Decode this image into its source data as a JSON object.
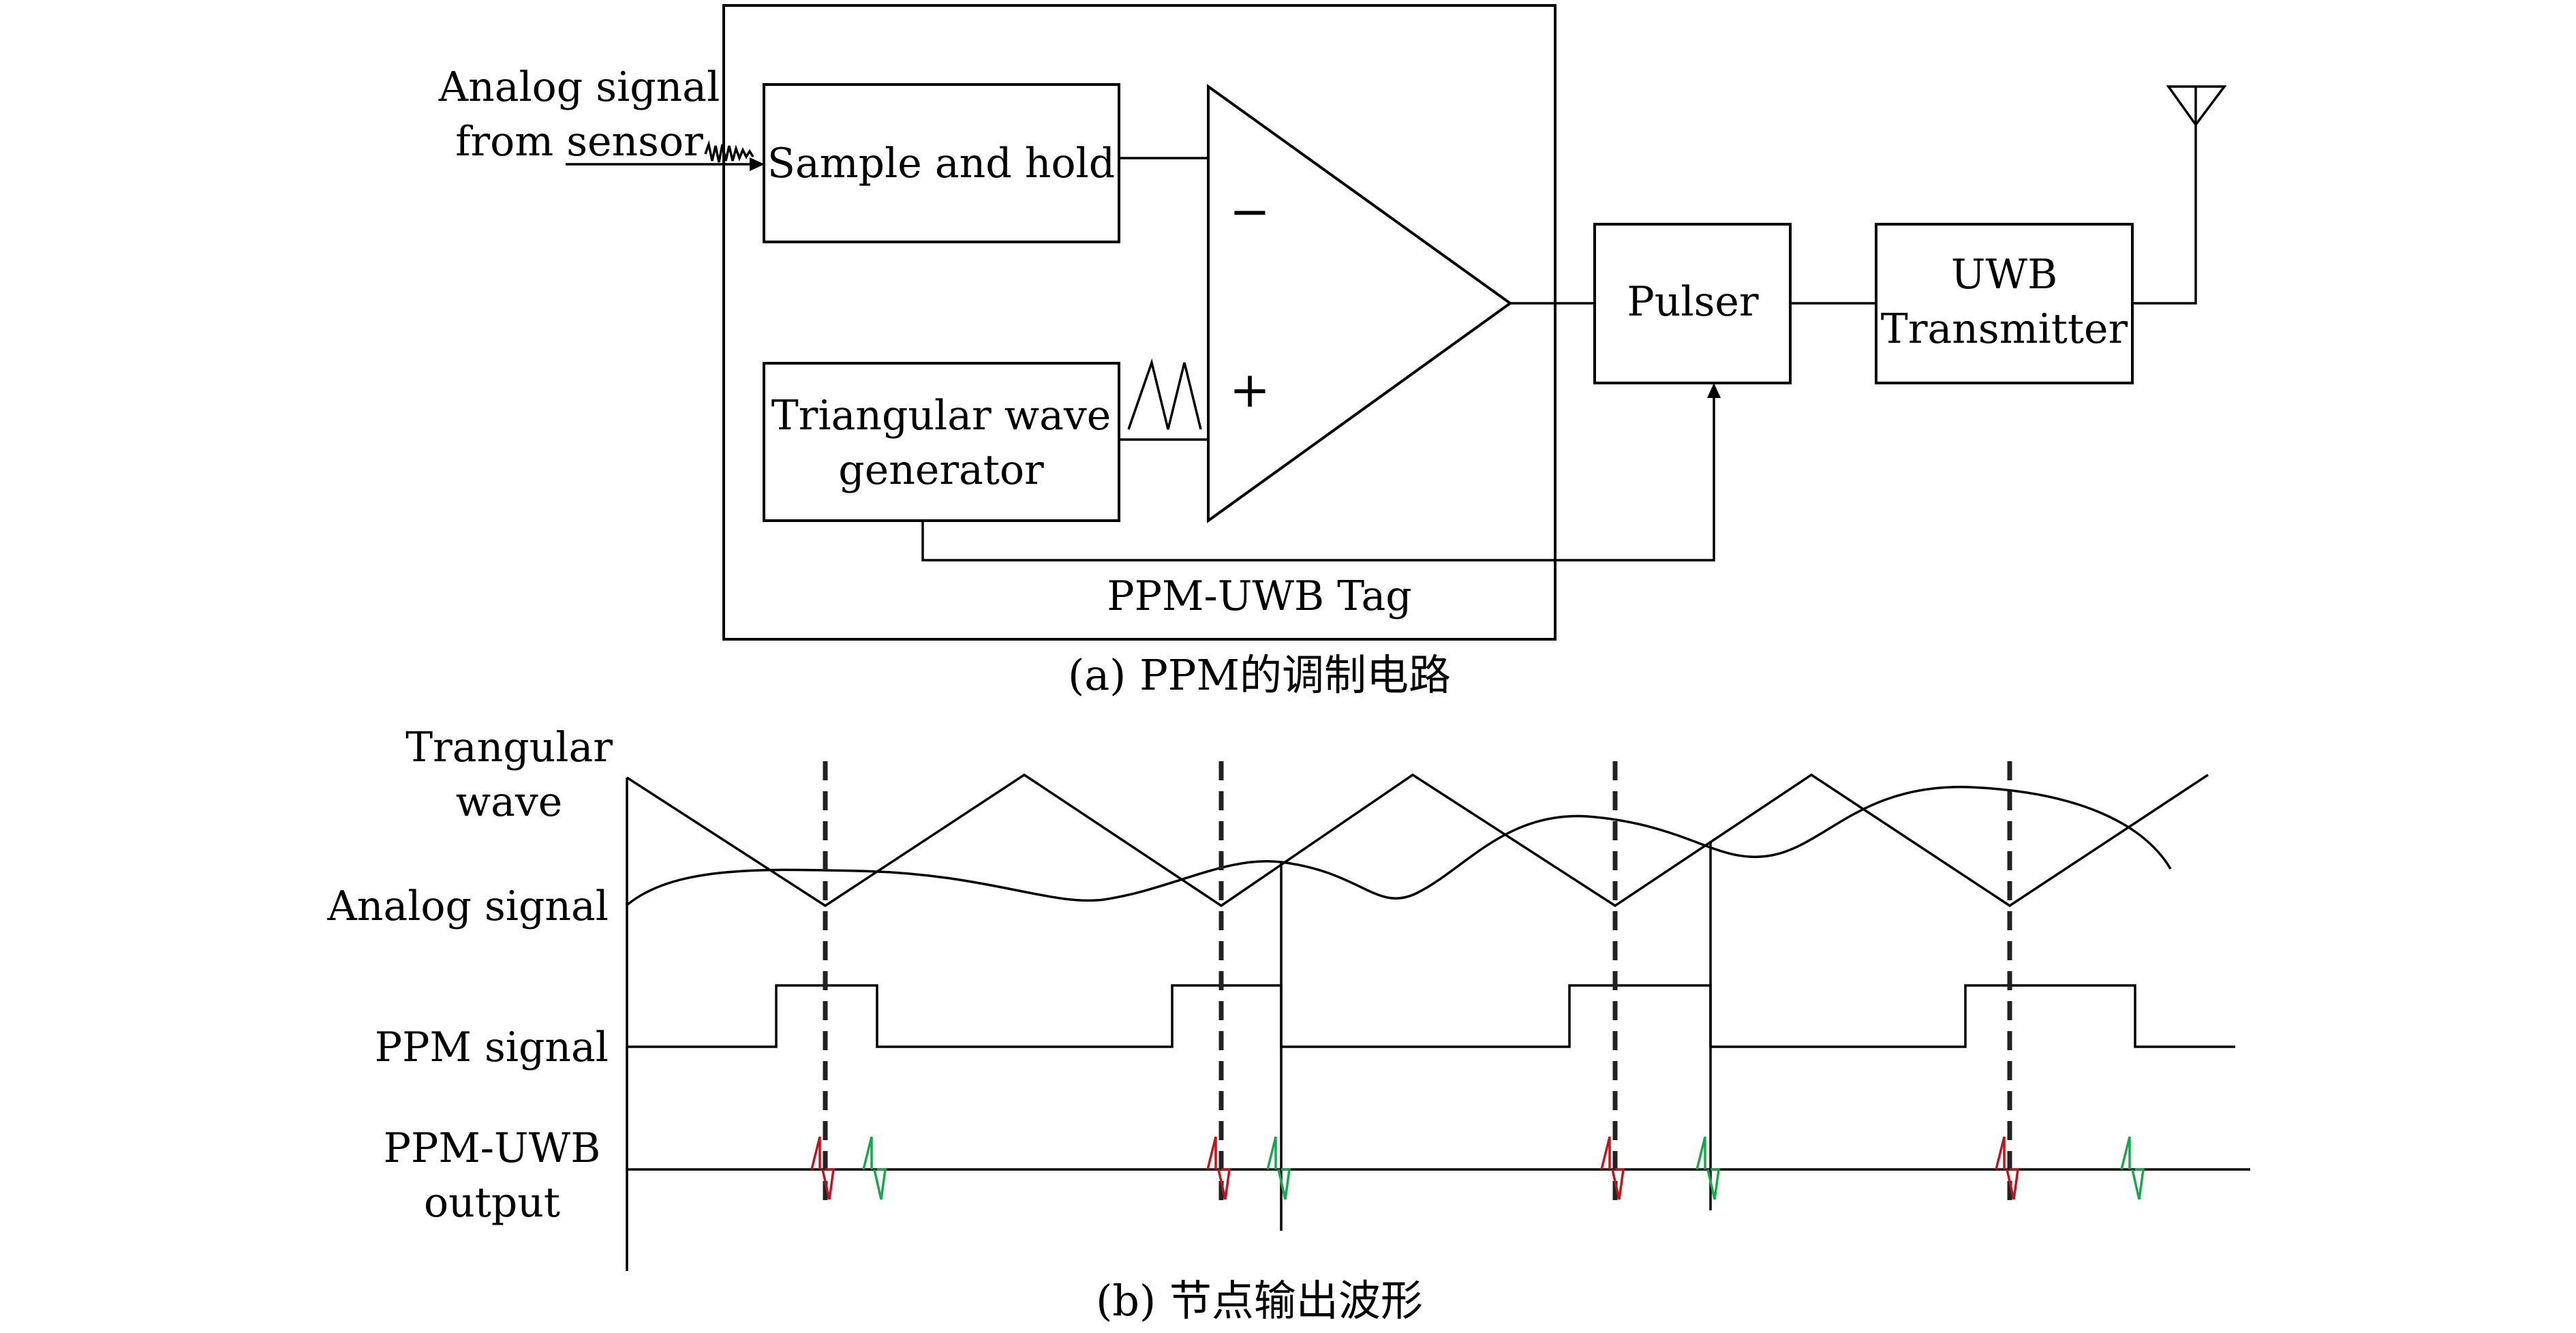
{
  "part_a": {
    "input_label_line1": "Analog signal",
    "input_label_line2": "from sensor",
    "sample_hold": "Sample and hold",
    "tri_gen_line1": "Triangular wave",
    "tri_gen_line2": "generator",
    "comparator_minus": "−",
    "comparator_plus": "+",
    "pulser": "Pulser",
    "uwb_line1": "UWB",
    "uwb_line2": "Transmitter",
    "tag_label": "PPM-UWB Tag",
    "caption": "(a) PPM的调制电路"
  },
  "part_b": {
    "tri_label_line1": "Trangular",
    "tri_label_line2": "wave",
    "analog_label": "Analog signal",
    "ppm_label": "PPM signal",
    "uwb_label_line1": "PPM-UWB",
    "uwb_label_line2": "output",
    "caption": "(b) 节点输出波形"
  },
  "colors": {
    "line": "#000000",
    "reference_pulse": "#c0151d",
    "position_pulse": "#17a84a",
    "dashed_marker": "#222222"
  }
}
